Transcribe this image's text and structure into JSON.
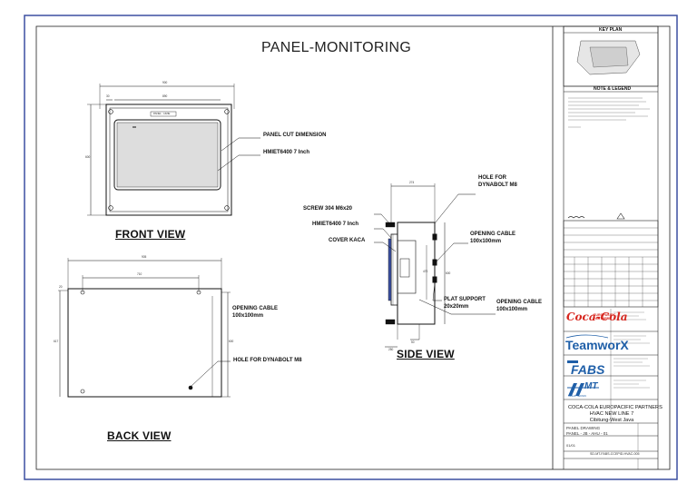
{
  "drawing": {
    "title": "PANEL-MONITORING",
    "views": {
      "front": "FRONT VIEW",
      "back": "BACK VIEW",
      "side": "SIDE VIEW"
    },
    "callouts": {
      "panel_cut_dimension": "PANEL CUT DIMENSION",
      "hmi_front": "HMIET6400 7 Inch",
      "hole_dynabolt_top": "HOLE FOR\nDYNABOLT M8",
      "screw": "SCREW 304 M6x20",
      "hmi_side": "HMIET6400 7 Inch",
      "cover_kaca": "COVER KACA",
      "opening_cable_side": "OPENING CABLE\n100x100mm",
      "plat_support": "PLAT SUPPORT\n20x20mm",
      "opening_cable_side2": "OPENING CABLE\n100x100mm",
      "opening_cable_back": "OPENING CABLE\n100x100mm",
      "hole_dynabolt_back": "HOLE FOR DYNABOLT  M8"
    },
    "dimensions": {
      "front_overall_width": "900",
      "front_inner_width": "890",
      "front_height": "600",
      "front_small": "30",
      "side_depth": "274",
      "side_height": "600",
      "side_inner": "470",
      "side_bottom_a": "250",
      "side_bottom_b": "50",
      "back_width": "905",
      "back_inner": "710",
      "back_height_outer": "617",
      "back_height_inner": "600",
      "back_small": "20"
    },
    "screen_badge": "PANEL - HMIE"
  },
  "title_block": {
    "key_plan": "KEY PLAN",
    "note_legend": "NOTE & LEGEND",
    "client_brand": "Coca-Cola",
    "client_brand_sub": "EUROPACIFIC\nPARTNERS",
    "consultant_brand": "TeamworX",
    "contractor_brand": "FABS",
    "contractor2_brand": "MT",
    "contractor2_sub": "MAHA TEKNIK",
    "project_name": "COCA-COLA EUROPACIFIC PARTNERS\nHVAC NEW LINE 7\nCibitung-West Java",
    "drawing_title": "PANEL DRAWING\nPANEL - JB - AHU - 01",
    "sheet_no": "01/01",
    "drawing_no": "SD-MT-FABS-CCEPID-HVAC-005"
  },
  "colors": {
    "frame": "#3b4fa0",
    "ink": "#111111",
    "screen": "#dddddd",
    "coke_red": "#d7261e",
    "teamworx_blue": "#1f5fa8"
  }
}
